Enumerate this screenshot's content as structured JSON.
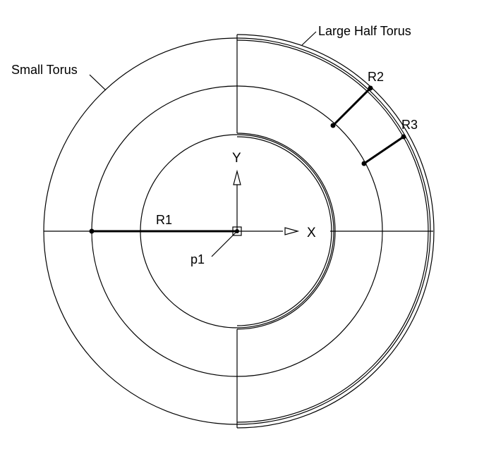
{
  "diagram": {
    "labels": {
      "small_torus": "Small Torus",
      "large_half_torus": "Large Half Torus",
      "r1": "R1",
      "r2": "R2",
      "r3": "R3",
      "p1": "p1",
      "x_axis": "X",
      "y_axis": "Y"
    },
    "colors": {
      "line": "#000000",
      "background": "#ffffff"
    }
  }
}
